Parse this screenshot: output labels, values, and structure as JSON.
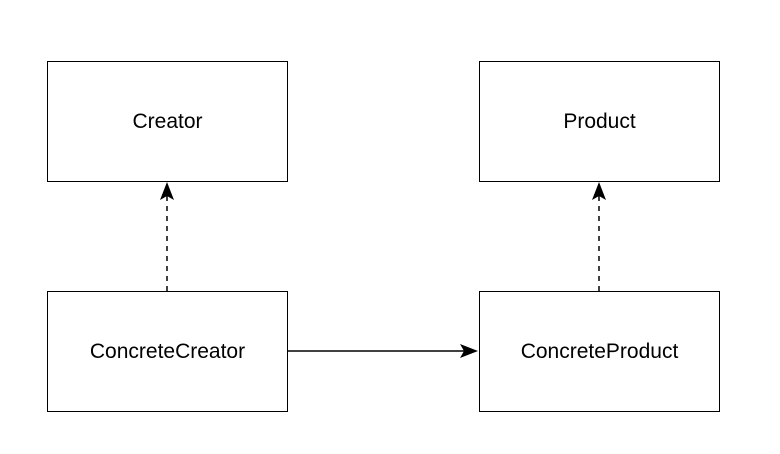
{
  "diagram": {
    "nodes": {
      "creator": {
        "label": "Creator"
      },
      "product": {
        "label": "Product"
      },
      "concrete_creator": {
        "label": "ConcreteCreator"
      },
      "concrete_product": {
        "label": "ConcreteProduct"
      }
    },
    "edges": [
      {
        "from": "ConcreteCreator",
        "to": "Creator",
        "style": "dashed"
      },
      {
        "from": "ConcreteProduct",
        "to": "Product",
        "style": "dashed"
      },
      {
        "from": "ConcreteCreator",
        "to": "ConcreteProduct",
        "style": "solid"
      }
    ],
    "colors": {
      "stroke": "#000000",
      "background": "#ffffff"
    }
  }
}
